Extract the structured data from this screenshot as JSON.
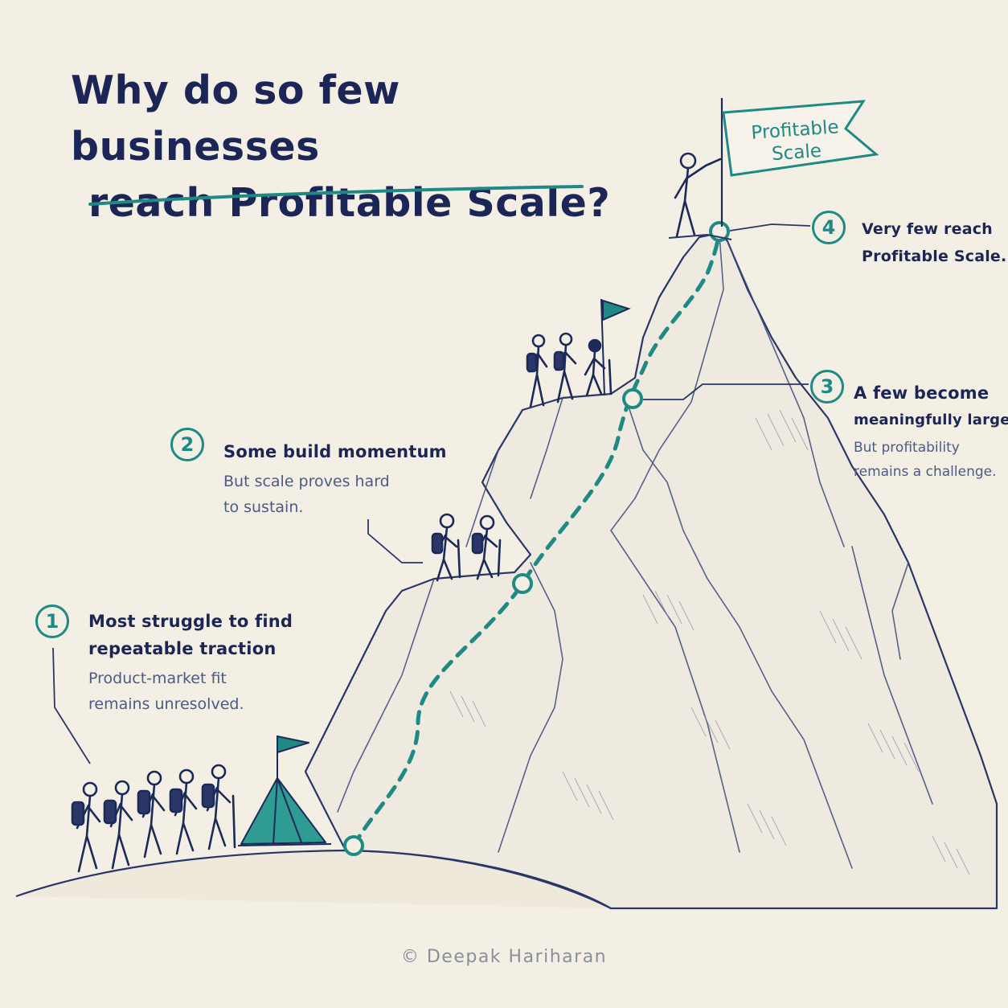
{
  "title": {
    "line1": "Why do so few businesses",
    "line2": "reach Profitable Scale?"
  },
  "summit_flag": {
    "line1": "Profitable",
    "line2": "Scale"
  },
  "steps": [
    {
      "number": "1",
      "head_lines": [
        "Most struggle to find",
        "repeatable traction"
      ],
      "sub_lines": [
        "Product-market fit",
        "remains unresolved."
      ]
    },
    {
      "number": "2",
      "head_lines": [
        "Some build momentum"
      ],
      "sub_lines": [
        "But scale proves hard",
        "to sustain."
      ]
    },
    {
      "number": "3",
      "head_lines": [
        "A few become",
        "meaningfully large."
      ],
      "sub_lines": [
        "But profitability",
        "remains a challenge."
      ]
    },
    {
      "number": "4",
      "head_lines": [
        "Very few reach",
        "Profitable Scale."
      ],
      "sub_lines": []
    }
  ],
  "credit": "© Deepak Hariharan",
  "colors": {
    "background": "#f4efe4",
    "ink": "#1c2a5a",
    "accent": "#1f8a84",
    "muted": "#4b5a86"
  },
  "icons": [
    "climber-icon",
    "tent-icon",
    "flag-icon",
    "checkpoint-icon"
  ]
}
